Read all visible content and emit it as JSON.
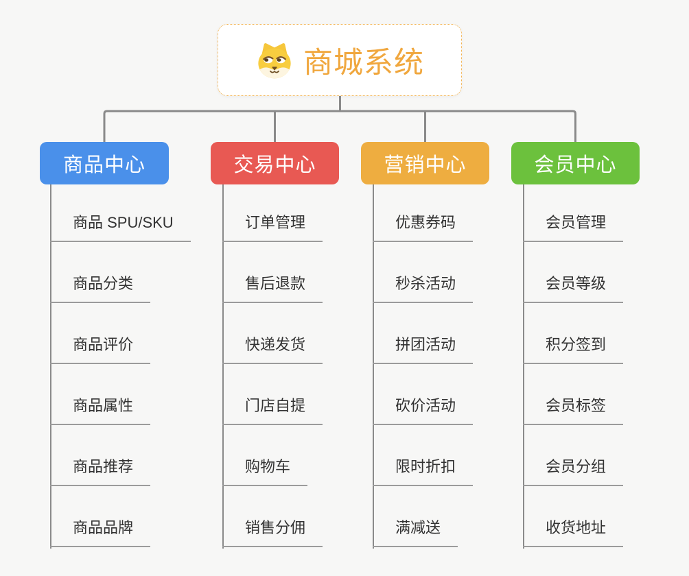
{
  "root": {
    "title": "商城系统",
    "icon": "dog-face-icon"
  },
  "branches": [
    {
      "label": "商品中心",
      "color": "#4a90ea",
      "items": [
        "商品 SPU/SKU",
        "商品分类",
        "商品评价",
        "商品属性",
        "商品推荐",
        "商品品牌"
      ]
    },
    {
      "label": "交易中心",
      "color": "#e85953",
      "items": [
        "订单管理",
        "售后退款",
        "快递发货",
        "门店自提",
        "购物车",
        "销售分佣"
      ]
    },
    {
      "label": "营销中心",
      "color": "#eead40",
      "items": [
        "优惠券码",
        "秒杀活动",
        "拼团活动",
        "砍价活动",
        "限时折扣",
        "满减送"
      ]
    },
    {
      "label": "会员中心",
      "color": "#6cc13d",
      "items": [
        "会员管理",
        "会员等级",
        "积分签到",
        "会员标签",
        "会员分组",
        "收货地址"
      ]
    }
  ],
  "colors": {
    "background": "#f7f7f6",
    "connector": "#8a8a8a",
    "underline": "#9b9b9b",
    "root_text": "#f0a73e",
    "root_border": "#f2b04a",
    "leaf_text": "#333333"
  }
}
